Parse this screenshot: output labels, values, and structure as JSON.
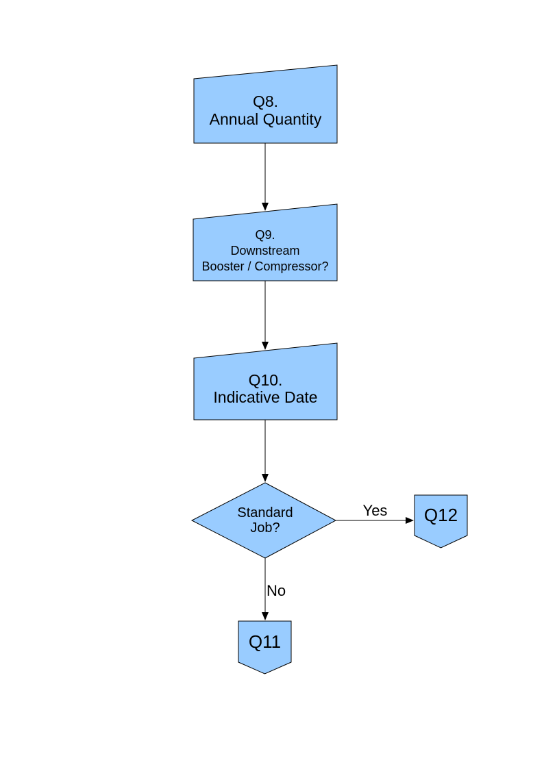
{
  "colors": {
    "background": "#FFFFFF",
    "node_fill": "#99CCFF",
    "node_stroke": "#000000",
    "connector": "#000000",
    "text": "#000000"
  },
  "flowchart": {
    "nodes": {
      "q8": {
        "type": "step-slanted-top",
        "lines": [
          "Q8.",
          "Annual Quantity"
        ]
      },
      "q9": {
        "type": "step-slanted-top",
        "lines": [
          "Q9.",
          "Downstream",
          "Booster / Compressor?"
        ]
      },
      "q10": {
        "type": "step-slanted-top",
        "lines": [
          "Q10.",
          "Indicative Date"
        ]
      },
      "decision": {
        "type": "diamond",
        "lines": [
          "Standard",
          "Job?"
        ]
      },
      "q12": {
        "type": "offpage-connector",
        "label": "Q12"
      },
      "q11": {
        "type": "offpage-connector",
        "label": "Q11"
      }
    },
    "edges": {
      "q8_to_q9": {
        "label": ""
      },
      "q9_to_q10": {
        "label": ""
      },
      "q10_to_decision": {
        "label": ""
      },
      "decision_to_q12": {
        "label": "Yes"
      },
      "decision_to_q11": {
        "label": "No"
      }
    }
  }
}
